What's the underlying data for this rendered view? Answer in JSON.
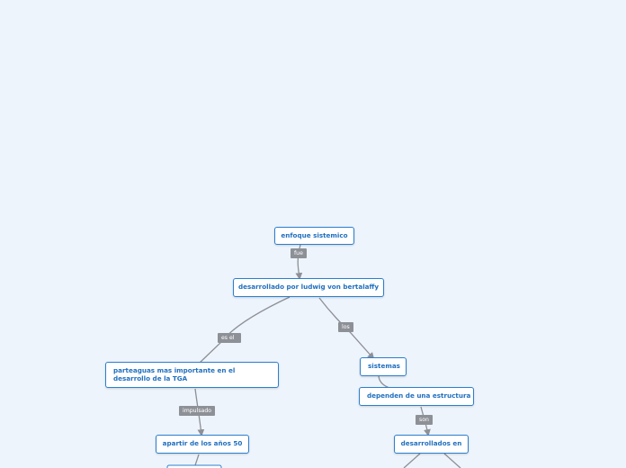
{
  "nodes": {
    "enfoque": "enfoque sistemico",
    "bertalaffy": "desarrollado por ludwig von bertalaffy",
    "parteaguas": "parteaguas mas importante en el desarrollo de la TGA",
    "sistemas": "sistemas",
    "dependen": "dependen de una estructura",
    "apartir": "apartir de los años 50",
    "desarrollados": "desarrollados en"
  },
  "link_labels": {
    "fue": "fue",
    "es_el": "es el",
    "los": "los",
    "impulsado": "impulsado",
    "son": "son"
  },
  "colors": {
    "background": "#eef4fb",
    "node_border": "#2a7fd0",
    "node_text": "#1f6fbf",
    "connector": "#8d9096",
    "label_bg": "#8d9096"
  }
}
